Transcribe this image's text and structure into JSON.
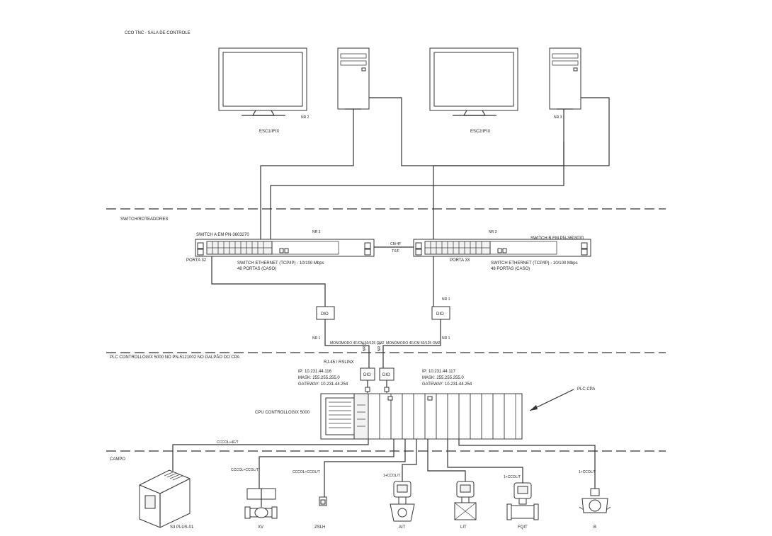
{
  "zones": {
    "control_room": "CCO TNC - SALA DE CONTROLE",
    "switches": "SWITCH/ROTEADORES",
    "plc": "PLC CONTROLLOGIX 5000 NO PN-5121002 NO GALPÃO DO CPA",
    "field": "CAMPO"
  },
  "workstations": {
    "station1": "ESC1/IFIX",
    "station2": "ESC2/IFIX",
    "tag1": "NR 2",
    "tag2": "NR 3"
  },
  "switch_a": {
    "title": "SWITCH A EM PN-3603270",
    "port": "PORTA 32",
    "desc1": "SWITCH ETHERNET (TCP/IP) - 10/100 Mbps",
    "desc2": "48 PORTAS (CASO)",
    "tag": "NR 3"
  },
  "switch_b": {
    "title": "SWITCH B EM PN-3603070",
    "port": "PORTA 33",
    "desc1": "SWITCH ETHERNET (TCP/IP) - 10/100 Mbps",
    "desc2": "48 PORTAS (CASO)",
    "tag": "NR 3"
  },
  "links": {
    "interswitch_top": "CM-4F",
    "interswitch_bottom": "TX/F",
    "dio1": "DIO",
    "dio2": "DIO",
    "dio3": "DIO",
    "dio4": "DIO",
    "tag_left": "NR 1",
    "tag_right": "NR 1",
    "tag_right_top": "NR 1",
    "fiber_left": "MONOMODO 4F/CM 50/125 OM2",
    "fiber_right": "MONOMODO 4F/CM 50/125 OM2",
    "rj45": "RJ-45 / RSLINX",
    "vtag1": "NR 3",
    "vtag2": "NR 1"
  },
  "plc": {
    "ip1": "IP: 10.231.44.116",
    "mask1": "MASK: 255.255.255.0",
    "gw1": "GATEWAY: 10.231.44.254",
    "ip2": "IP: 10.231.44.117",
    "mask2": "MASK: 255.255.255.0",
    "gw2": "GATEWAY: 10.231.44.254",
    "cpu": "CPU CONTROLLOGIX 5000",
    "callout": "PLC CPA"
  },
  "field": {
    "cable_power": "CCCOL+4F/T",
    "cable_xv": "CCCOL+CCOL/T",
    "cable_zsl": "CCCOL+CCOL/T",
    "cable_ait": "1+CCOL/T",
    "cable_fqit": "1+CCOL/T",
    "cable_b": "1+CCOL/T",
    "power": "S3 PLUS-01",
    "xv": "XV",
    "zslh": "ZSLH",
    "ait": "AIT",
    "lit": "LIT",
    "fqit": "FQIT",
    "b": "B"
  }
}
